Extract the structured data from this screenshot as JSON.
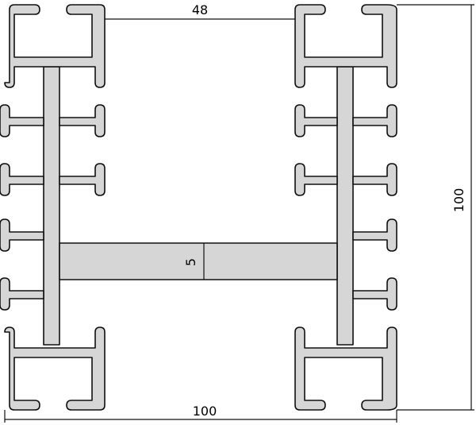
{
  "drawing": {
    "type": "aluminium extrusion profile cross-section",
    "profile_fill": "#d6d6d6",
    "outline_color": "#111111",
    "dimensions": {
      "top_gap": "48",
      "web_thickness": "5",
      "overall_width": "100",
      "overall_height": "100"
    }
  }
}
